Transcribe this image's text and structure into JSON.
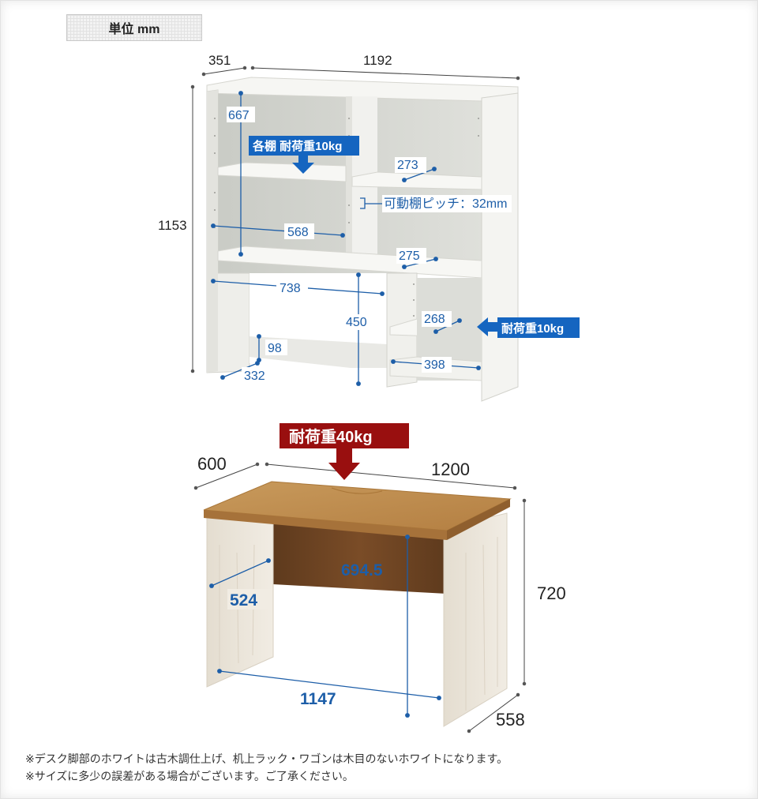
{
  "unit_label": "単位 mm",
  "rack": {
    "depth": "351",
    "width": "1192",
    "height": "1153",
    "top_opening_height": "667",
    "shelf_capacity_label": "各棚 耐荷重10kg",
    "right_upper_depth": "273",
    "pitch_label": "可動棚ピッチ：32mm",
    "inner_width_left": "568",
    "right_middle_depth": "275",
    "under_width": "738",
    "under_height": "450",
    "wagon_depth": "268",
    "wagon_capacity_label": "耐荷重10kg",
    "side_height": "98",
    "foot_depth": "332",
    "wagon_width": "398"
  },
  "desk": {
    "capacity_label": "耐荷重40kg",
    "depth": "600",
    "width": "1200",
    "height": "720",
    "leg_depth": "558",
    "inner_depth": "524",
    "inner_height": "694.5",
    "inner_width": "1147"
  },
  "notes": [
    "※デスク脚部のホワイトは古木調仕上げ、机上ラック・ワゴンは木目のないホワイトになります。",
    "※サイズに多少の誤差がある場合がございます。ご了承ください。"
  ],
  "colors": {
    "dimension_blue": "#1d5ea8",
    "label_blue": "#1565c0",
    "label_red": "#990f0f",
    "rack_white": "#f3f3f0",
    "desk_top": "#c08b4c",
    "desk_panel": "#6e4322",
    "desk_leg": "#ece6dc"
  }
}
